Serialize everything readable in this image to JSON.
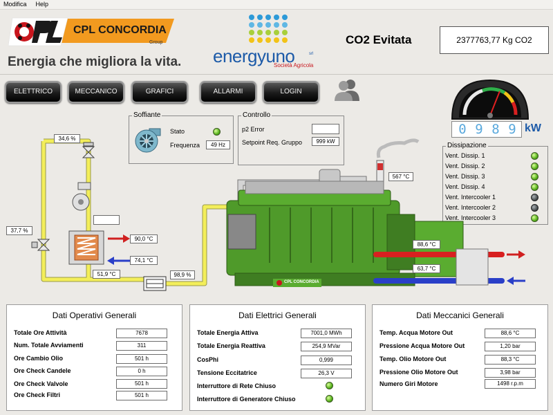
{
  "menu": [
    "Modifica",
    "Help"
  ],
  "brand": {
    "name": "CPL CONCORDIA",
    "group": "Group",
    "slogan": "Energia che migliora la vita.",
    "partner": "energyuno",
    "partner_sub": "Società Agricola",
    "partner_sup": "srl"
  },
  "co2": {
    "label": "CO2 Evitata",
    "value": "2377763,77 Kg CO2"
  },
  "nav": [
    "ELETTRICO",
    "MECCANICO",
    "GRAFICI",
    "ALLARMI",
    "LOGIN"
  ],
  "gauge": {
    "digits": [
      "0",
      "9",
      "8",
      "9"
    ],
    "unit": "kW",
    "level": 0.62
  },
  "soffiante": {
    "title": "Soffiante",
    "stato_label": "Stato",
    "freq_label": "Frequenza",
    "freq_value": "49 Hz"
  },
  "controllo": {
    "title": "Controllo",
    "p2_label": "p2 Error",
    "p2_value": "",
    "setpoint_label": "Setpoint Req. Gruppo",
    "setpoint_value": "999 kW"
  },
  "dissipazione": {
    "title": "Dissipazione",
    "items": [
      {
        "label": "Vent. Dissip. 1",
        "on": true
      },
      {
        "label": "Vent. Dissip. 2",
        "on": true
      },
      {
        "label": "Vent. Dissip. 3",
        "on": true
      },
      {
        "label": "Vent. Dissip. 4",
        "on": true
      },
      {
        "label": "Vent. Intercooler 1",
        "on": false
      },
      {
        "label": "Vent. Intercooler 2",
        "on": false
      },
      {
        "label": "Vent. Intercooler 3",
        "on": true
      }
    ]
  },
  "diagram": {
    "valve_top": "34,6 %",
    "valve_left": "37,7 %",
    "blank": "",
    "hx_out": "90,0 °C",
    "hx_in": "74,1 °C",
    "hx_bottom": "51,9 °C",
    "bypass": "98,9 %",
    "exhaust": "567 °C",
    "water_out": "88,6 °C",
    "water_in": "63,7 °C",
    "engine_brand": "CPL CONCORDIA"
  },
  "panels": {
    "operativi": {
      "title": "Dati Operativi Generali",
      "rows": [
        {
          "label": "Totale Ore Attività",
          "value": "7678"
        },
        {
          "label": "Num. Totale Avviamenti",
          "value": "311"
        },
        {
          "label": "Ore Cambio Olio",
          "value": "501 h"
        },
        {
          "label": "Ore Check Candele",
          "value": "0 h"
        },
        {
          "label": "Ore Check Valvole",
          "value": "501 h"
        },
        {
          "label": "Ore Check Filtri",
          "value": "501 h"
        }
      ]
    },
    "elettrici": {
      "title": "Dati Elettrici Generali",
      "rows": [
        {
          "label": "Totale Energia Attiva",
          "value": "7001,0 MWh"
        },
        {
          "label": "Totale Energia Reattiva",
          "value": "254,9 MVar"
        },
        {
          "label": "CosPhi",
          "value": "0,999"
        },
        {
          "label": "Tensione Eccitatrice",
          "value": "26,3 V"
        }
      ],
      "leds": [
        {
          "label": "Interruttore di Rete Chiuso",
          "on": true
        },
        {
          "label": "Interruttore di Generatore Chiuso",
          "on": true
        }
      ]
    },
    "meccanici": {
      "title": "Dati Meccanici Generali",
      "rows": [
        {
          "label": "Temp. Acqua Motore Out",
          "value": "88,6 °C"
        },
        {
          "label": "Pressione Acqua Motore Out",
          "value": "1,20 bar"
        },
        {
          "label": "Temp. Olio Motore Out",
          "value": "88,3 °C"
        },
        {
          "label": "Pressione Olio Motore Out",
          "value": "3,98 bar"
        },
        {
          "label": "Numero Giri Motore",
          "value": "1498 r.p.m"
        }
      ]
    }
  },
  "colors": {
    "brand_orange": "#f29a1f",
    "brand_red": "#c8161d",
    "engine_green": "#4f9a2a",
    "pipe_yellow": "#f3ee5a",
    "led_green": "#58b21c"
  }
}
